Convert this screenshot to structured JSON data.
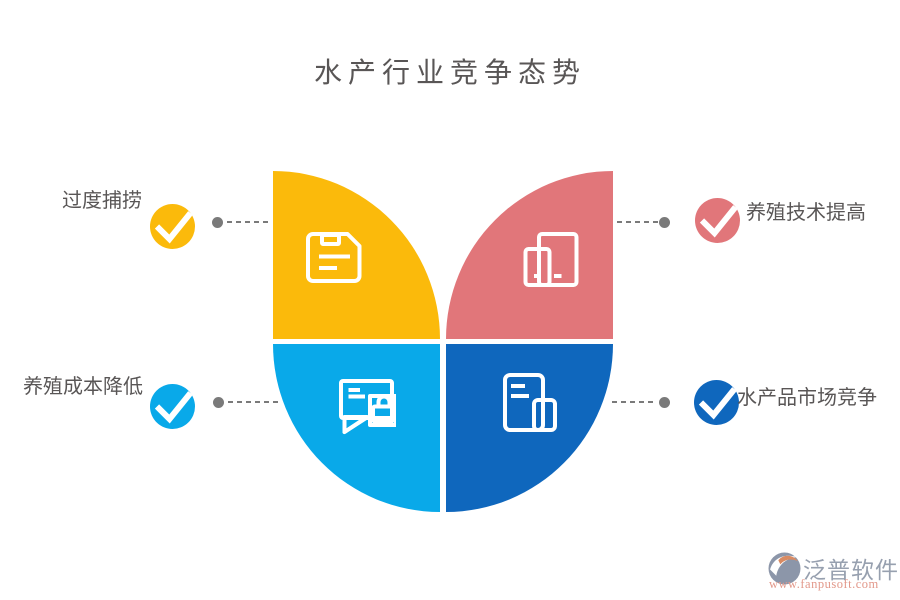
{
  "title": "水产行业竞争态势",
  "text_color": "#595656",
  "connector": {
    "color": "#7A7A7A"
  },
  "items": [
    {
      "label": "过度捕捞",
      "color": "#FBBA0B",
      "icon": "floppy-save-icon",
      "side": "left"
    },
    {
      "label": "养殖技术提高",
      "color": "#E1767A",
      "icon": "devices-icon",
      "side": "right"
    },
    {
      "label": "养殖成本降低",
      "color": "#09A9E9",
      "icon": "chat-lock-icon",
      "side": "left"
    },
    {
      "label": "水产品市场竞争",
      "color": "#0F67BD",
      "icon": "document-icon",
      "side": "right"
    }
  ],
  "logo": {
    "name": "泛普软件",
    "url": "www.fanpusoft.com",
    "name_color": "#97A0AF",
    "url_color": "#E2988A",
    "icon_body_color": "#8C96A9",
    "icon_accent_color": "#D98B63"
  }
}
